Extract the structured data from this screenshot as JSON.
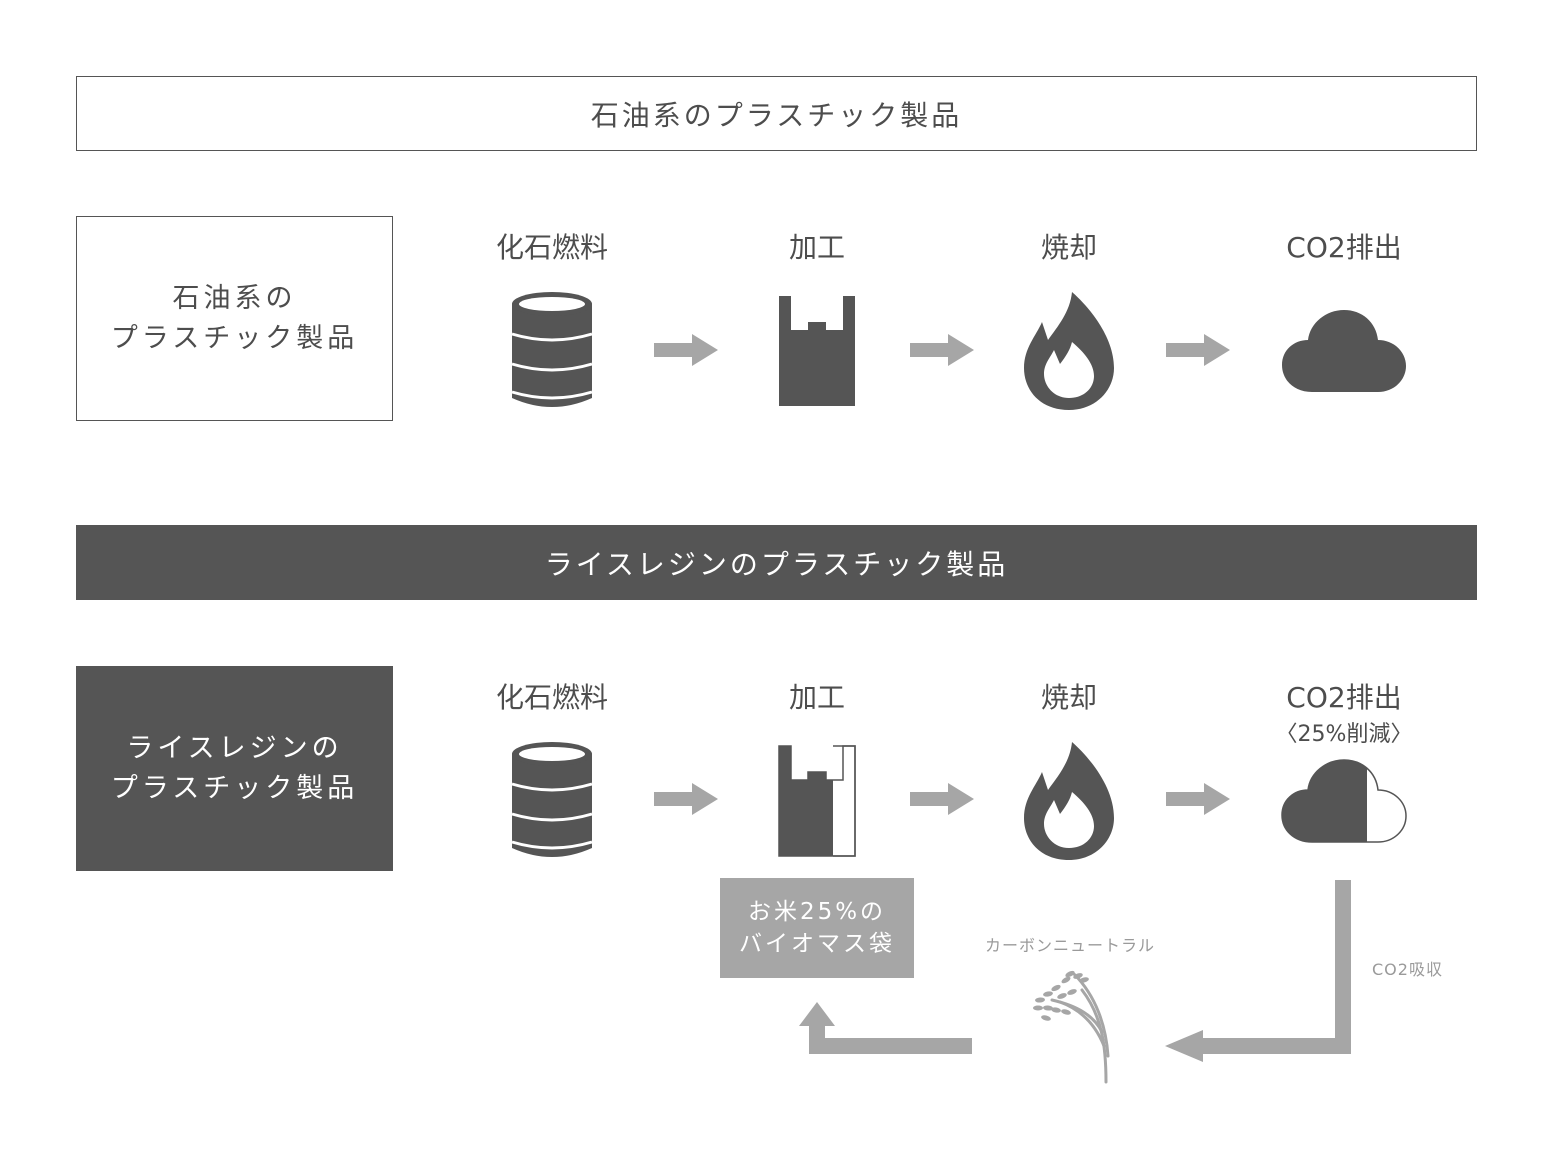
{
  "header_top": {
    "title": "石油系のプラスチック製品"
  },
  "header_bottom": {
    "title": "ライスレジンのプラスチック製品"
  },
  "row_top": {
    "label_line1": "石油系の",
    "label_line2": "プラスチック製品",
    "steps": [
      "化石燃料",
      "加工",
      "焼却",
      "CO2排出"
    ]
  },
  "row_bottom": {
    "label_line1": "ライスレジンの",
    "label_line2": "プラスチック製品",
    "steps": [
      "化石燃料",
      "加工",
      "焼却",
      "CO2排出"
    ],
    "reduction": "〈25%削減〉",
    "rice_bag_line1": "お米25%の",
    "rice_bag_line2": "バイオマス袋",
    "carbon_neutral": "カーボンニュートラル",
    "co2_absorb": "CO2吸収"
  },
  "icons": [
    "oil-barrel-icon",
    "plastic-bag-icon",
    "fire-icon",
    "cloud-icon",
    "rice-plant-icon",
    "arrow-right-icon"
  ],
  "colors": {
    "dark": "#555555",
    "arrow": "#a6a6a6",
    "text": "#4d4d4d"
  }
}
